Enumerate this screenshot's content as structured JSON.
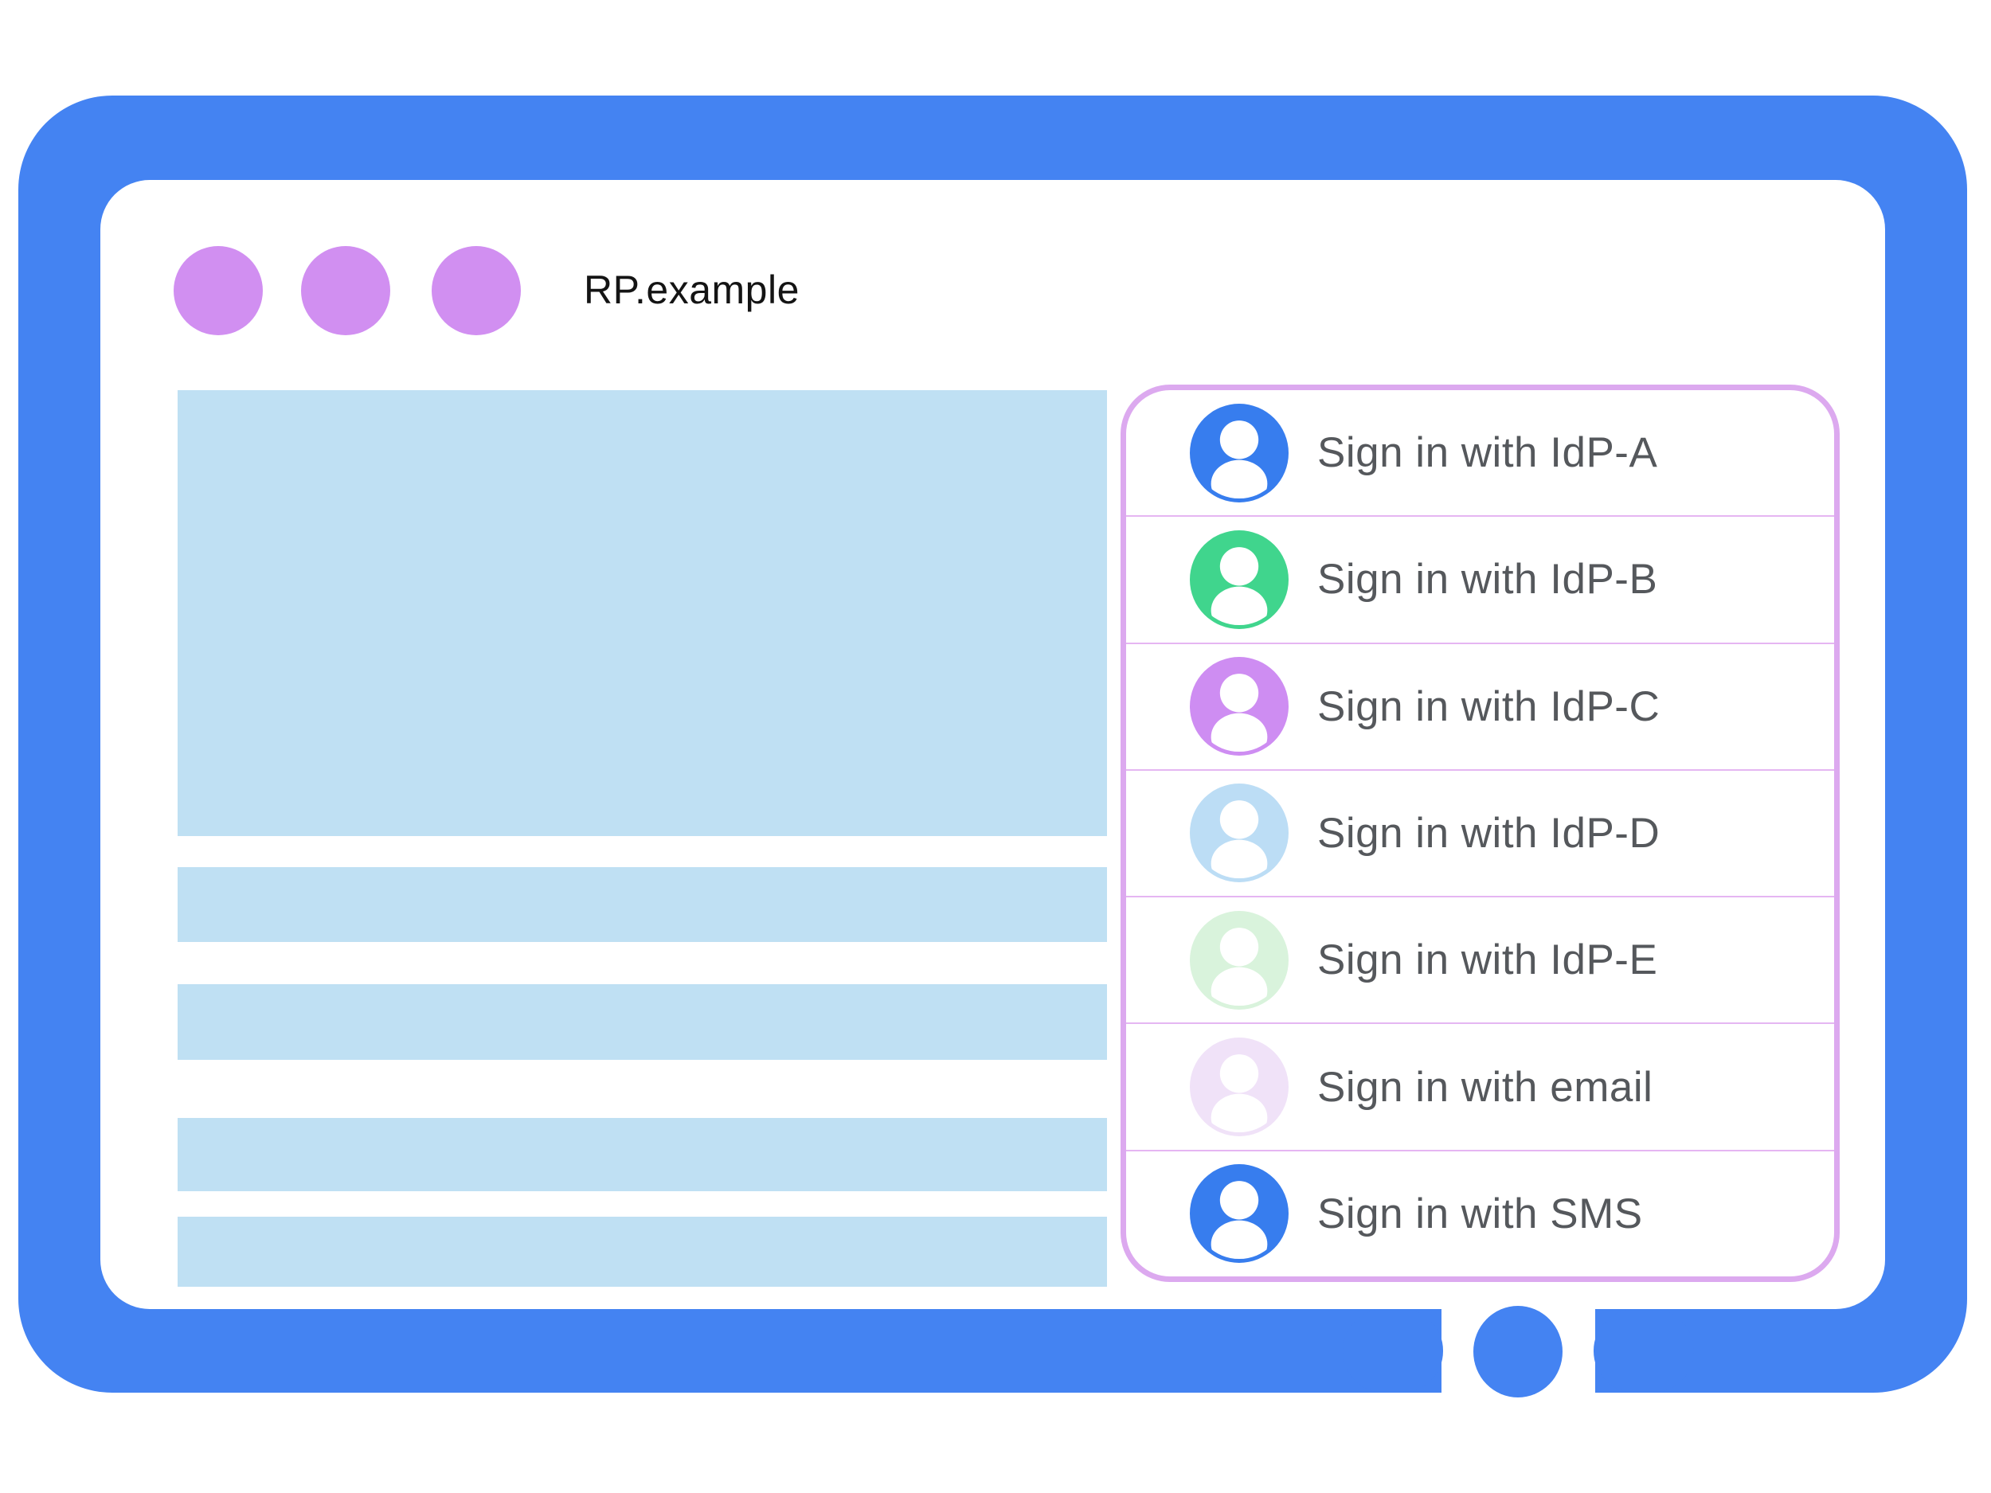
{
  "window": {
    "title": "RP.example",
    "traffic_light_dots": 3
  },
  "colors": {
    "frame_blue": "#4483f2",
    "dot_purple": "#d18ff1",
    "content_placeholder_blue": "#bfe0f3",
    "dialog_border_purple": "#dca9ef",
    "divider_purple": "#e5b6f2",
    "label_gray": "#55585c",
    "title_black": "#141414"
  },
  "signin": {
    "items": [
      {
        "label": "Sign in with IdP-A",
        "icon": "person-icon",
        "avatar_color": "#377dee"
      },
      {
        "label": "Sign in with IdP-B",
        "icon": "person-icon",
        "avatar_color": "#40d58d"
      },
      {
        "label": "Sign in with IdP-C",
        "icon": "person-icon",
        "avatar_color": "#ce8df2"
      },
      {
        "label": "Sign in with IdP-D",
        "icon": "person-icon",
        "avatar_color": "#bcddf5"
      },
      {
        "label": "Sign in with IdP-E",
        "icon": "person-icon",
        "avatar_color": "#d9f3dc"
      },
      {
        "label": "Sign in with email",
        "icon": "person-icon",
        "avatar_color": "#f0e2f8"
      },
      {
        "label": "Sign in with SMS",
        "icon": "person-icon",
        "avatar_color": "#377dee"
      }
    ]
  }
}
